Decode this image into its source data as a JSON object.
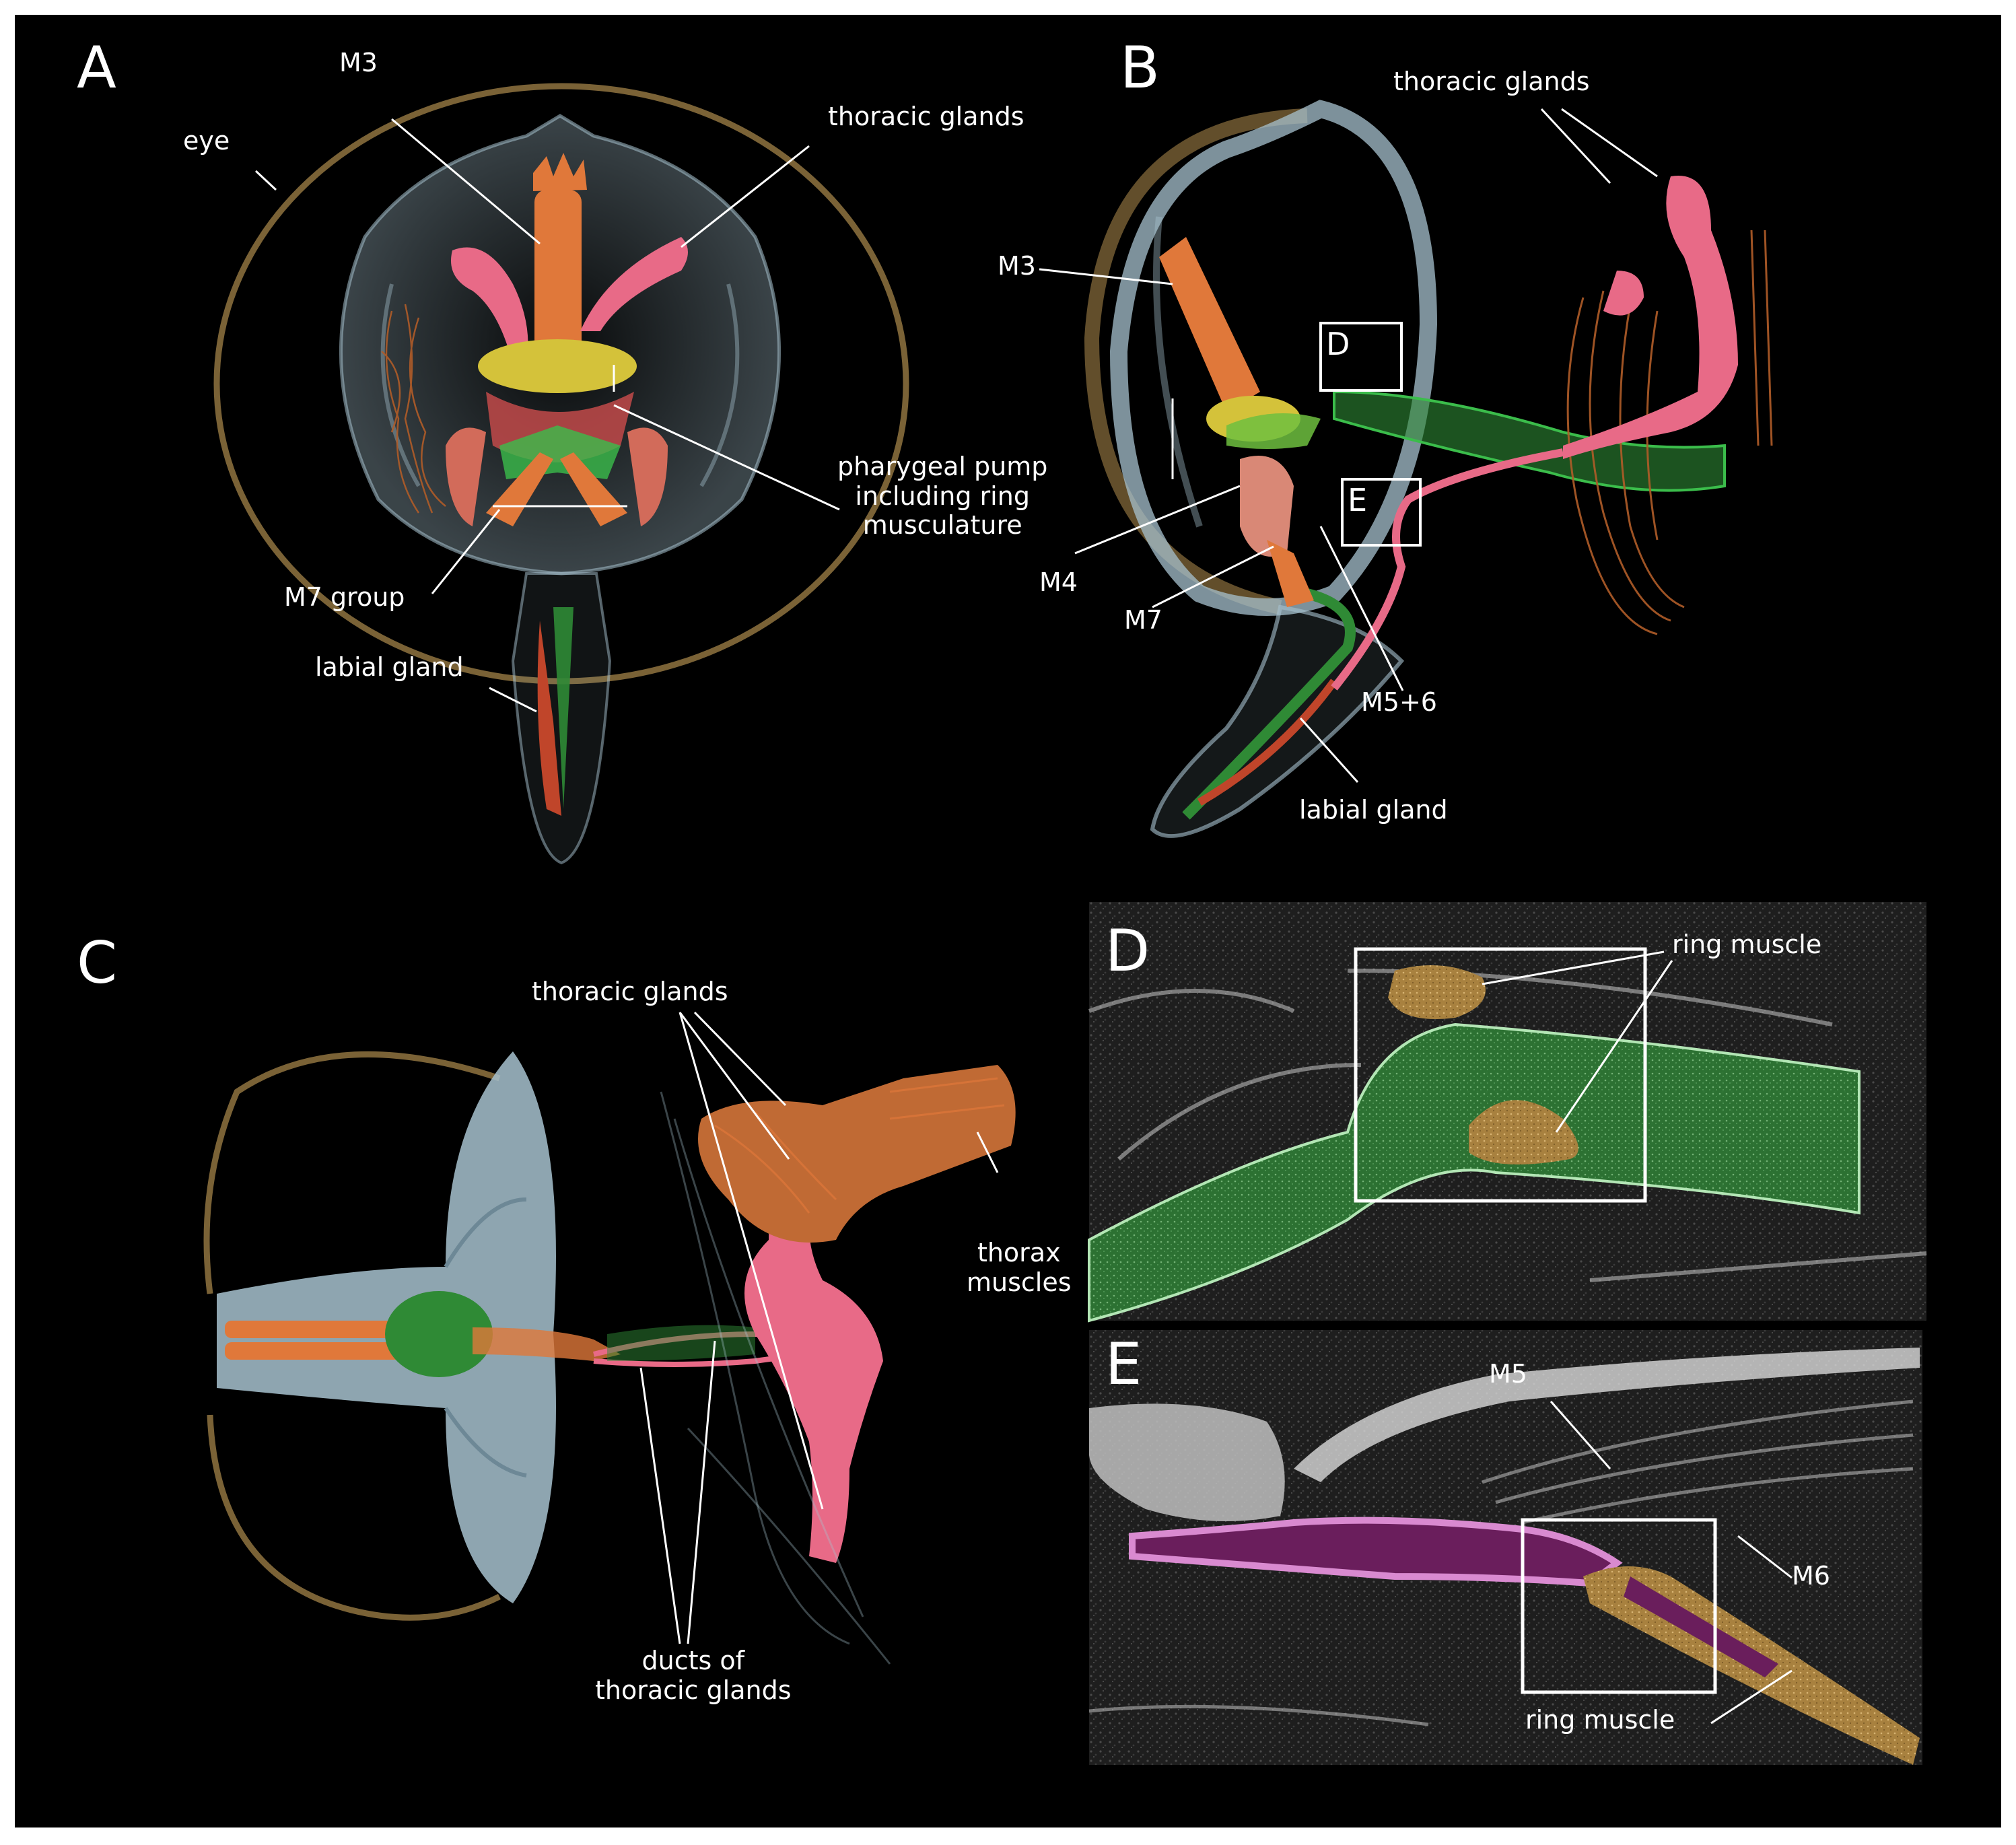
{
  "panels": {
    "A": {
      "label": "A",
      "annotations": {
        "eye": "eye",
        "m3": "M3",
        "thoracic_glands": "thoracic glands",
        "pharyngeal_pump": "pharygeal pump\nincluding ring\nmusculature",
        "m7_group": "M7 group",
        "labial_gland": "labial gland"
      }
    },
    "B": {
      "label": "B",
      "annotations": {
        "thoracic_glands": "thoracic glands",
        "m3": "M3",
        "m4": "M4",
        "m7": "M7",
        "m5_6": "M5+6",
        "labial_gland": "labial gland",
        "inset_d": "D",
        "inset_e": "E"
      }
    },
    "C": {
      "label": "C",
      "annotations": {
        "thoracic_glands": "thoracic glands",
        "thorax_muscles": "thorax\nmuscles",
        "ducts": "ducts of\nthoracic glands"
      }
    },
    "D": {
      "label": "D",
      "annotations": {
        "ring_muscle": "ring muscle"
      }
    },
    "E": {
      "label": "E",
      "annotations": {
        "m5": "M5",
        "m6": "M6",
        "ring_muscle": "ring muscle"
      }
    }
  },
  "colors": {
    "background": "#000000",
    "cuticle": "#a7c2cf",
    "eye": "#7a6236",
    "muscle": "#e0783a",
    "gland_pink": "#e86a87",
    "labial_gland": "#c0452a",
    "canal_green": "#2f8a35",
    "ring_muscle": "#b89255",
    "duct_purple": "#6a1e5c",
    "duct_pink": "#d98ad0"
  }
}
